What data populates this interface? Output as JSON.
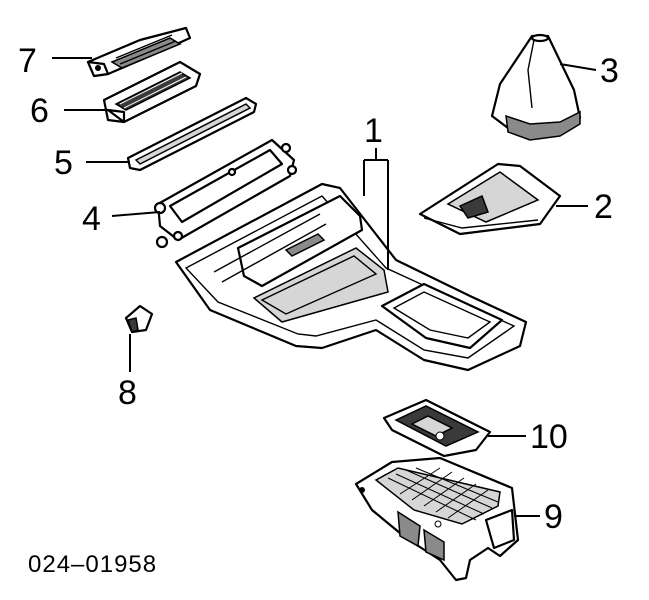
{
  "diagram": {
    "callouts": [
      {
        "id": "1",
        "label": "1"
      },
      {
        "id": "2",
        "label": "2"
      },
      {
        "id": "3",
        "label": "3"
      },
      {
        "id": "4",
        "label": "4"
      },
      {
        "id": "5",
        "label": "5"
      },
      {
        "id": "6",
        "label": "6"
      },
      {
        "id": "7",
        "label": "7"
      },
      {
        "id": "8",
        "label": "8"
      },
      {
        "id": "9",
        "label": "9"
      },
      {
        "id": "10",
        "label": "10"
      }
    ],
    "part_number": "024–01958"
  }
}
